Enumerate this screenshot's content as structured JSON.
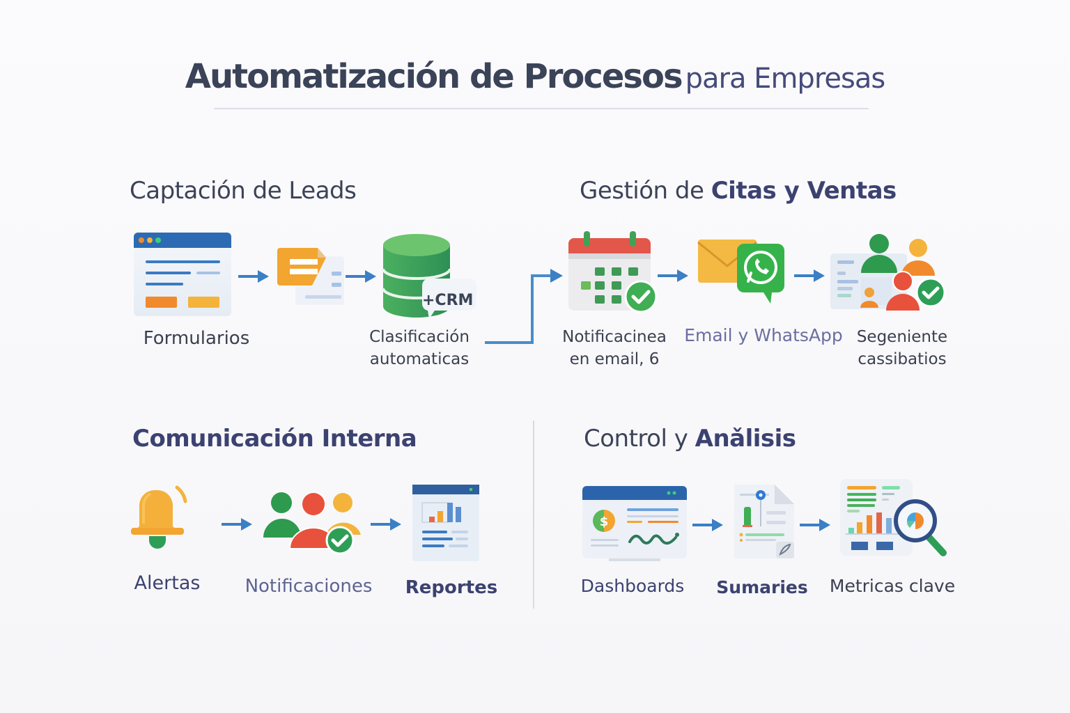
{
  "title": {
    "main": "Automatización de Procesos",
    "sub": "para Empresas"
  },
  "sections": {
    "leads": {
      "title": "Captación de Leads",
      "steps": [
        {
          "label": "Formularios",
          "icon": "web-form-icon"
        },
        {
          "label": "",
          "icon": "document-transfer-icon"
        },
        {
          "label_line1": "Clasificación",
          "label_line2": "automaticas",
          "icon": "database-crm-icon",
          "badge": "+CRM"
        }
      ]
    },
    "citas": {
      "title_regular": "Gestión de ",
      "title_bold": "Citas y Ventas",
      "steps": [
        {
          "label_line1": "Notificacinea",
          "label_line2": "en email, 6",
          "icon": "calendar-check-icon"
        },
        {
          "label": "Email y WhatsApp",
          "icon": "email-whatsapp-icon"
        },
        {
          "label_line1": "Segeniente",
          "label_line2": "cassibatios",
          "icon": "customer-segment-icon"
        }
      ]
    },
    "comunicacion": {
      "title": "Comunicación Interna",
      "steps": [
        {
          "label": "Alertas",
          "icon": "bell-icon"
        },
        {
          "label": "Notificaciones",
          "icon": "team-check-icon"
        },
        {
          "label": "Reportes",
          "icon": "report-chart-icon"
        }
      ]
    },
    "control": {
      "title_regular": "Control y ",
      "title_bold": "Anǎlisis",
      "steps": [
        {
          "label": "Dashboards",
          "icon": "dashboard-monitor-icon"
        },
        {
          "label": "Sumaries",
          "icon": "summary-document-icon"
        },
        {
          "label": "Metricas clave",
          "icon": "metrics-magnifier-icon"
        }
      ]
    }
  },
  "colors": {
    "arrow": "#3b7fc4",
    "title": "#3b4358",
    "accent_purple": "#454b7a",
    "green": "#2e9e57",
    "orange": "#f08a2c",
    "yellow": "#f4b63b",
    "red": "#e8513b",
    "blue": "#2f68b0"
  }
}
